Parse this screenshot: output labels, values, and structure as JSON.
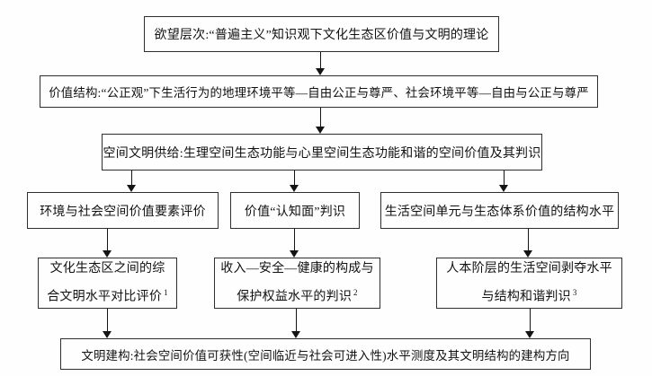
{
  "diagram": {
    "type": "flowchart",
    "background_color": "#fefefe",
    "box_border_color": "#2e2e2e",
    "arrow_color": "#141414",
    "nodes": {
      "n1": {
        "text": "欲望层次:“普遍主义”知识观下文化生态区价值与文明的理论"
      },
      "n2": {
        "text": "价值结构:“公正观”下生活行为的地理环境平等—自由公正与尊严、社会环境平等—自由与公正与尊严"
      },
      "n3": {
        "text": "空间文明供给:生理空间生态功能与心里空间生态功能和谐的空间价值及其判识"
      },
      "n4": {
        "text": "环境与社会空间价值要素评价"
      },
      "n5": {
        "text": "价值“认知面”判识"
      },
      "n6": {
        "text": "生活空间单元与生态体系价值的结构水平"
      },
      "n7": {
        "line1": "文化生态区之间的综",
        "line2": "合文明水平对比评价",
        "sup": "1"
      },
      "n8": {
        "line1": "收入—安全—健康的构成与",
        "line2": "保护权益水平的判识",
        "sup": "2"
      },
      "n9": {
        "line1": "人本阶层的生活空间剥夺水平",
        "line2": "与结构和谐判识",
        "sup": "3"
      },
      "n10": {
        "text": "文明建构:社会空间价值可获性(空间临近与社会可进入性)水平测度及其文明结构的建构方向"
      }
    }
  }
}
